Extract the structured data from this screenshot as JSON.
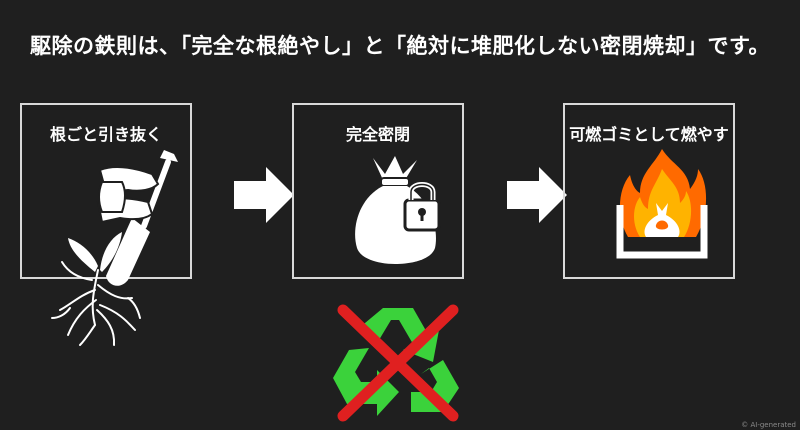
{
  "headline": "駆除の鉄則は、「完全な根絶やし」と「絶対に堆肥化しない密閉焼却」です。",
  "steps": [
    {
      "label": "根ごと引き抜く",
      "icon": "hands-shovel-roots-icon"
    },
    {
      "label": "完全密閉",
      "icon": "sealed-bag-lock-icon"
    },
    {
      "label": "可燃ゴミとして燃やす",
      "icon": "burning-bag-icon"
    }
  ],
  "connectors": [
    "arrow-right-icon",
    "arrow-right-icon"
  ],
  "prohibition": {
    "icon": "recycle-crossed-out-icon"
  },
  "credit": "© AI-generated",
  "colors": {
    "background": "#1f1f1f",
    "box_border": "#d8d8d8",
    "text": "#ffffff",
    "recycle_green": "#3bd23b",
    "cross_red": "#e02020",
    "fire_orange": "#ff6a00",
    "fire_yellow": "#ffb300"
  }
}
